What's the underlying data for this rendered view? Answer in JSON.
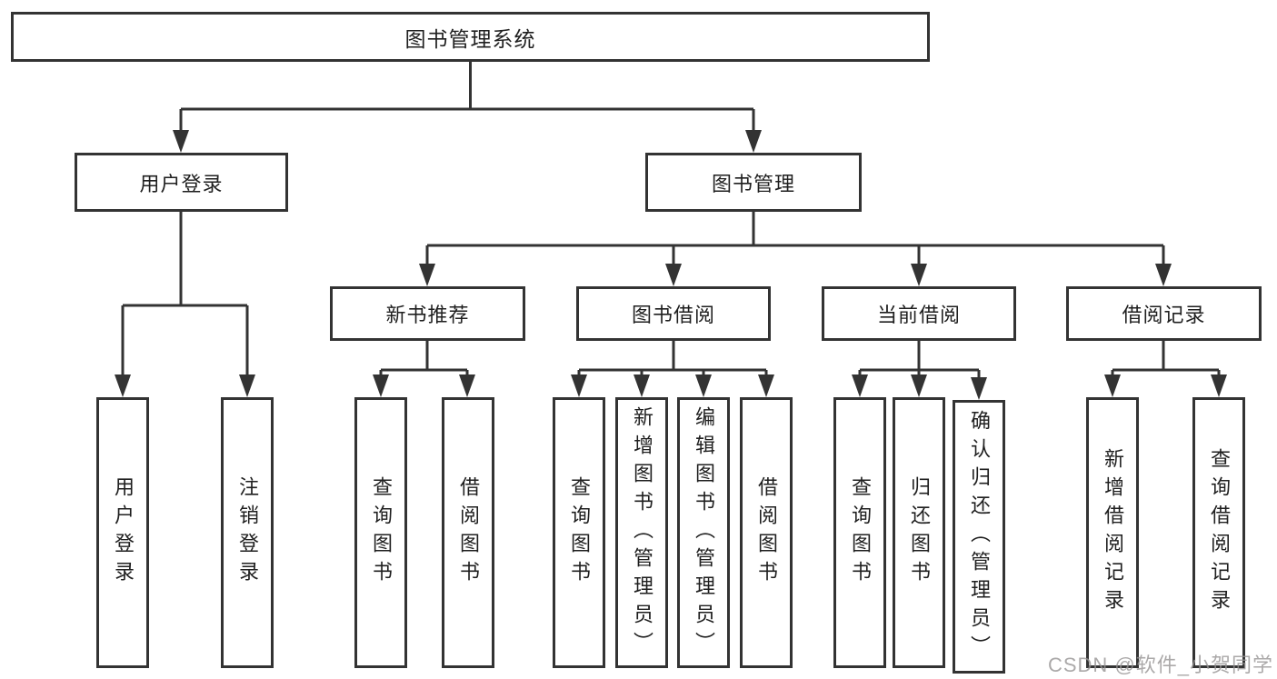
{
  "diagram": {
    "root": "图书管理系统",
    "level2": [
      "用户登录",
      "图书管理"
    ],
    "level3": [
      "新书推荐",
      "图书借阅",
      "当前借阅",
      "借阅记录"
    ],
    "level4": [
      [
        "用户登录",
        "注销登录"
      ],
      [
        "查询图书",
        "借阅图书"
      ],
      [
        "查询图书",
        "新增图书（管理员）",
        "编辑图书（管理员）",
        "借阅图书"
      ],
      [
        "查询图书",
        "归还图书",
        "确认归还（管理员）"
      ],
      [
        "新增借阅记录",
        "查询借阅记录"
      ]
    ]
  },
  "watermark": "CSDN @软件_小贺同学",
  "colors": {
    "line": "#333333",
    "text": "#1f1f1f",
    "background": "#ffffff",
    "watermark": "#969494"
  }
}
